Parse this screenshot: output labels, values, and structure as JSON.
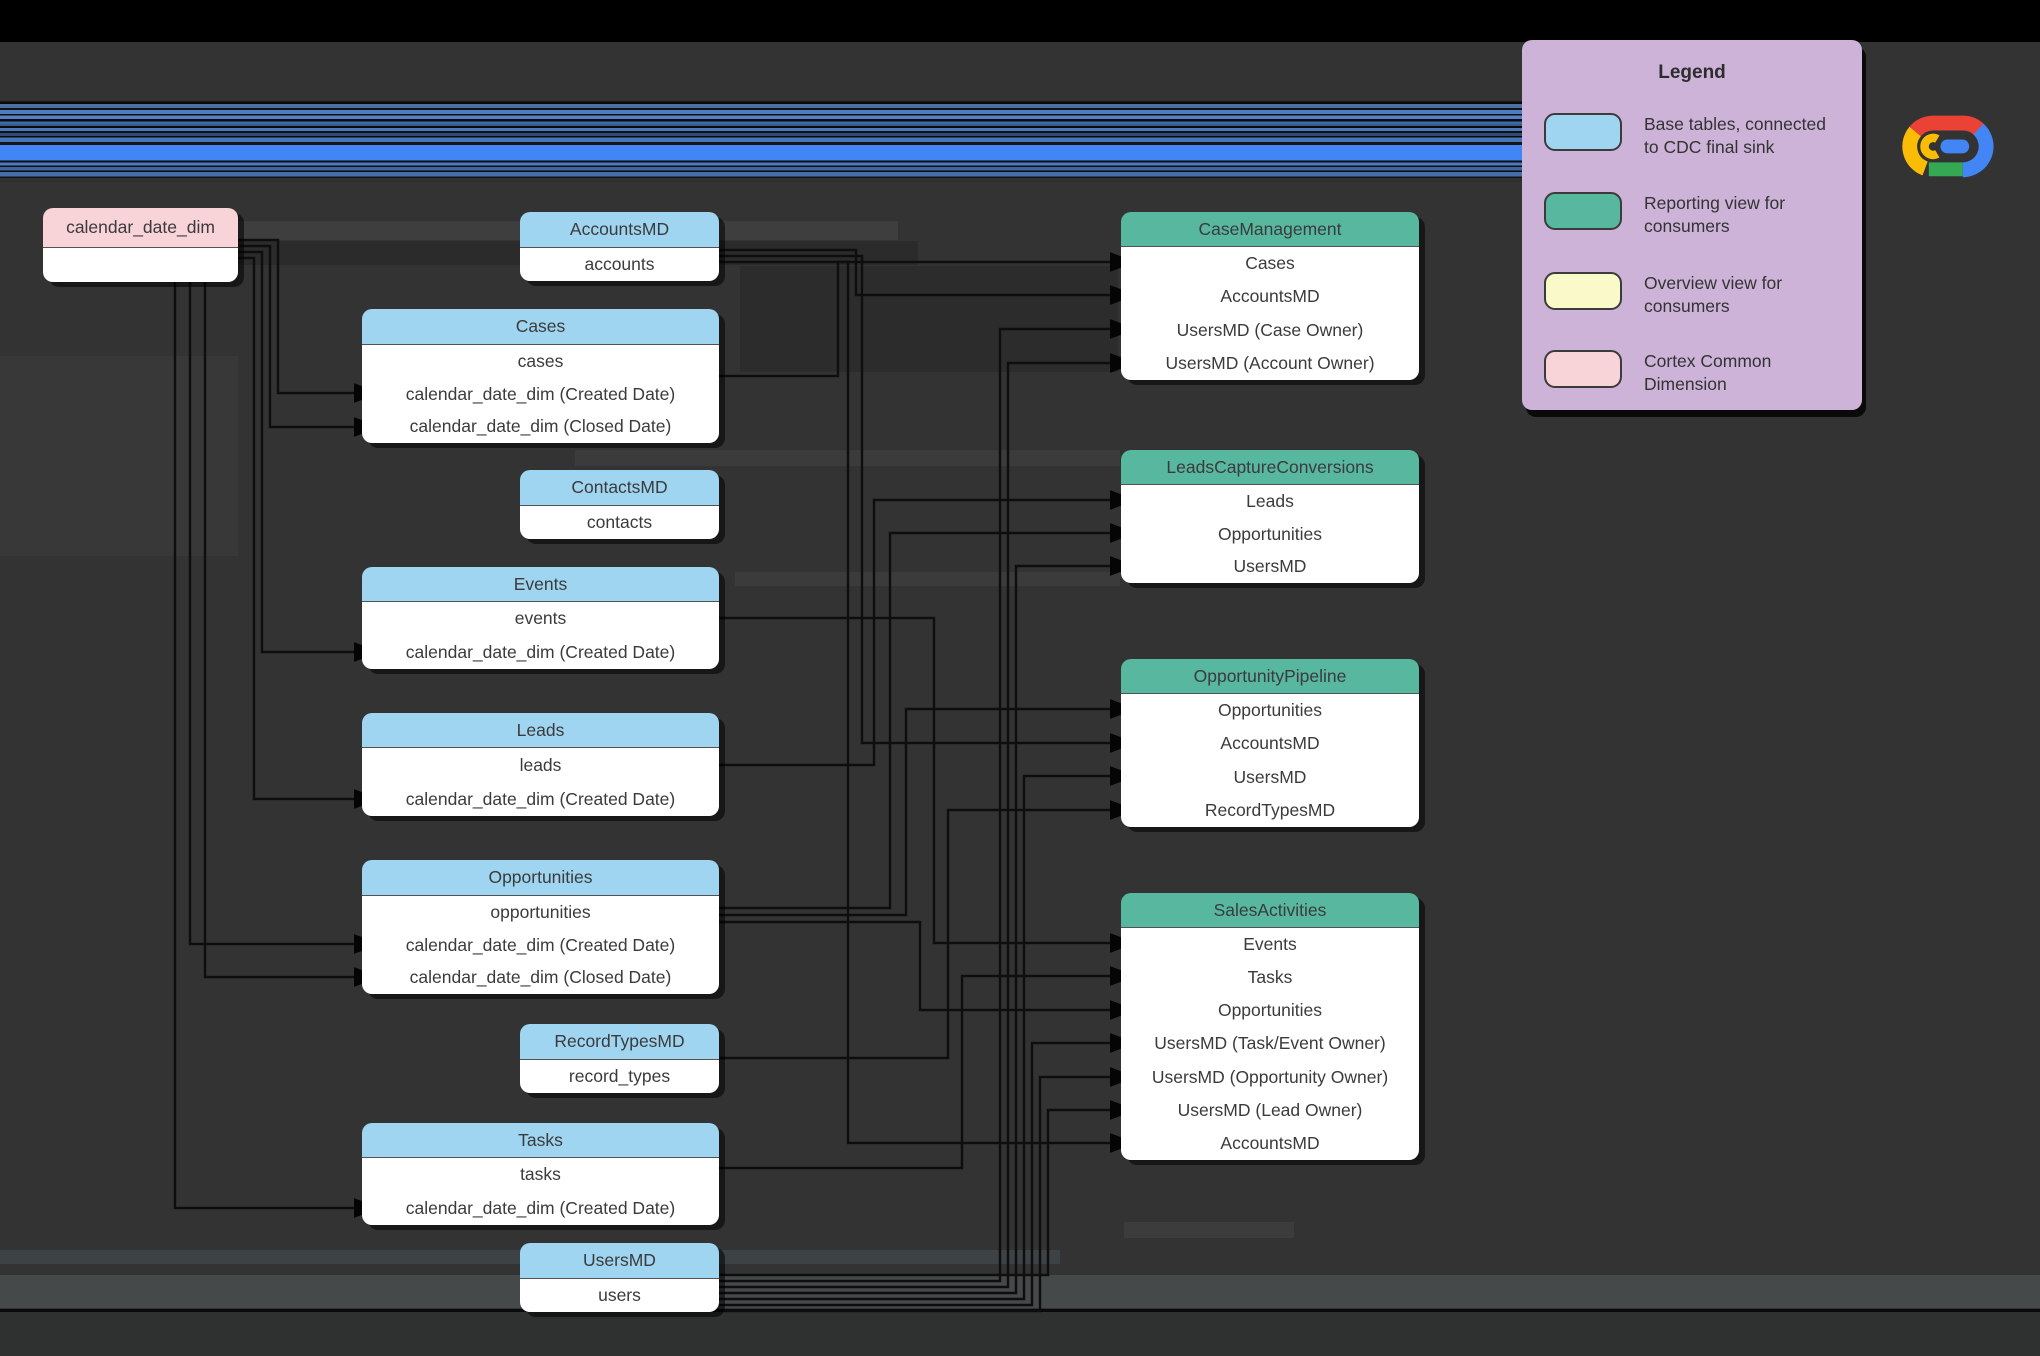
{
  "legend": {
    "title": "Legend",
    "items": [
      {
        "name": "base-tables",
        "color": "#9fd5f0",
        "label": "Base tables, connected to CDC final sink"
      },
      {
        "name": "reporting-view",
        "color": "#57b79f",
        "label": "Reporting view for consumers"
      },
      {
        "name": "overview-view",
        "color": "#f9f9c9",
        "label": "Overview view for consumers"
      },
      {
        "name": "cortex-common-dimension",
        "color": "#f8d3d7",
        "label": "Cortex Common Dimension"
      }
    ]
  },
  "logo": {
    "alt": "Google Cloud"
  },
  "colors": {
    "canvas": "#333333",
    "base_table_header": "#9fd5f0",
    "reporting_view_header": "#57b79f",
    "overview_view_header": "#f9f9c9",
    "common_dimension_header": "#f8d3d7",
    "legend_background": "#cdb3d8",
    "node_body": "#ffffff",
    "connector": "#0e0e0e"
  },
  "tables": [
    {
      "title": "calendar_date_dim",
      "type": "common_dimension",
      "rows": []
    },
    {
      "title": "AccountsMD",
      "type": "base",
      "rows": [
        "accounts"
      ]
    },
    {
      "title": "Cases",
      "type": "base",
      "rows": [
        "cases",
        "calendar_date_dim (Created Date)",
        "calendar_date_dim (Closed Date)"
      ]
    },
    {
      "title": "ContactsMD",
      "type": "base",
      "rows": [
        "contacts"
      ]
    },
    {
      "title": "Events",
      "type": "base",
      "rows": [
        "events",
        "calendar_date_dim (Created Date)"
      ]
    },
    {
      "title": "Leads",
      "type": "base",
      "rows": [
        "leads",
        "calendar_date_dim (Created Date)"
      ]
    },
    {
      "title": "Opportunities",
      "type": "base",
      "rows": [
        "opportunities",
        "calendar_date_dim (Created Date)",
        "calendar_date_dim (Closed Date)"
      ]
    },
    {
      "title": "RecordTypesMD",
      "type": "base",
      "rows": [
        "record_types"
      ]
    },
    {
      "title": "Tasks",
      "type": "base",
      "rows": [
        "tasks",
        "calendar_date_dim (Created Date)"
      ]
    },
    {
      "title": "UsersMD",
      "type": "base",
      "rows": [
        "users"
      ]
    },
    {
      "title": "CaseManagement",
      "type": "reporting",
      "rows": [
        "Cases",
        "AccountsMD",
        "UsersMD (Case Owner)",
        "UsersMD (Account Owner)"
      ]
    },
    {
      "title": "LeadsCaptureConversions",
      "type": "reporting",
      "rows": [
        "Leads",
        "Opportunities",
        "UsersMD"
      ]
    },
    {
      "title": "OpportunityPipeline",
      "type": "reporting",
      "rows": [
        "Opportunities",
        "AccountsMD",
        "UsersMD",
        "RecordTypesMD"
      ]
    },
    {
      "title": "SalesActivities",
      "type": "reporting",
      "rows": [
        "Events",
        "Tasks",
        "Opportunities",
        "UsersMD (Task/Event Owner)",
        "UsersMD (Opportunity Owner)",
        "UsersMD (Lead Owner)",
        "AccountsMD"
      ]
    }
  ],
  "relationships": [
    {
      "from": "calendar_date_dim",
      "to_table": "Cases",
      "to_row": "calendar_date_dim (Created Date)"
    },
    {
      "from": "calendar_date_dim",
      "to_table": "Cases",
      "to_row": "calendar_date_dim (Closed Date)"
    },
    {
      "from": "calendar_date_dim",
      "to_table": "Events",
      "to_row": "calendar_date_dim (Created Date)"
    },
    {
      "from": "calendar_date_dim",
      "to_table": "Leads",
      "to_row": "calendar_date_dim (Created Date)"
    },
    {
      "from": "calendar_date_dim",
      "to_table": "Opportunities",
      "to_row": "calendar_date_dim (Created Date)"
    },
    {
      "from": "calendar_date_dim",
      "to_table": "Opportunities",
      "to_row": "calendar_date_dim (Closed Date)"
    },
    {
      "from": "calendar_date_dim",
      "to_table": "Tasks",
      "to_row": "calendar_date_dim (Created Date)"
    },
    {
      "from": "Cases",
      "to_table": "CaseManagement",
      "to_row": "Cases"
    },
    {
      "from": "AccountsMD",
      "to_table": "CaseManagement",
      "to_row": "AccountsMD"
    },
    {
      "from": "UsersMD",
      "to_table": "CaseManagement",
      "to_row": "UsersMD (Case Owner)"
    },
    {
      "from": "UsersMD",
      "to_table": "CaseManagement",
      "to_row": "UsersMD (Account Owner)"
    },
    {
      "from": "Leads",
      "to_table": "LeadsCaptureConversions",
      "to_row": "Leads"
    },
    {
      "from": "Opportunities",
      "to_table": "LeadsCaptureConversions",
      "to_row": "Opportunities"
    },
    {
      "from": "UsersMD",
      "to_table": "LeadsCaptureConversions",
      "to_row": "UsersMD"
    },
    {
      "from": "Opportunities",
      "to_table": "OpportunityPipeline",
      "to_row": "Opportunities"
    },
    {
      "from": "AccountsMD",
      "to_table": "OpportunityPipeline",
      "to_row": "AccountsMD"
    },
    {
      "from": "UsersMD",
      "to_table": "OpportunityPipeline",
      "to_row": "UsersMD"
    },
    {
      "from": "RecordTypesMD",
      "to_table": "OpportunityPipeline",
      "to_row": "RecordTypesMD"
    },
    {
      "from": "Events",
      "to_table": "SalesActivities",
      "to_row": "Events"
    },
    {
      "from": "Tasks",
      "to_table": "SalesActivities",
      "to_row": "Tasks"
    },
    {
      "from": "Opportunities",
      "to_table": "SalesActivities",
      "to_row": "Opportunities"
    },
    {
      "from": "UsersMD",
      "to_table": "SalesActivities",
      "to_row": "UsersMD (Task/Event Owner)"
    },
    {
      "from": "UsersMD",
      "to_table": "SalesActivities",
      "to_row": "UsersMD (Opportunity Owner)"
    },
    {
      "from": "UsersMD",
      "to_table": "SalesActivities",
      "to_row": "UsersMD (Lead Owner)"
    },
    {
      "from": "AccountsMD",
      "to_table": "SalesActivities",
      "to_row": "AccountsMD"
    }
  ]
}
